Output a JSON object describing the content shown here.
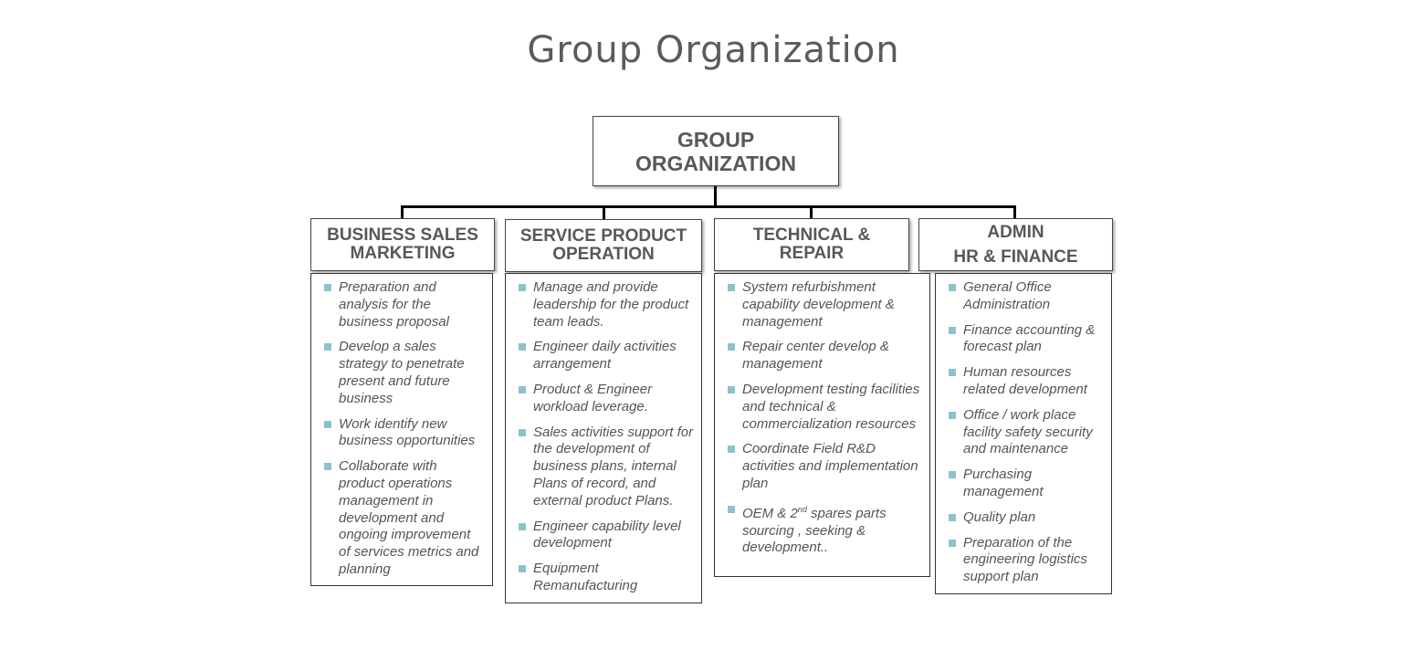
{
  "title": "Group Organization",
  "root": {
    "line1": "GROUP",
    "line2": "ORGANIZATION"
  },
  "departments": [
    {
      "head_line1": "BUSINESS SALES",
      "head_line2": "MARKETING",
      "items": [
        "Preparation and analysis for the business proposal",
        "Develop a sales strategy to penetrate present and future business",
        "Work identify new business opportunities",
        "Collaborate with product operations management in development and ongoing improvement of services metrics and planning"
      ]
    },
    {
      "head_line1": "SERVICE PRODUCT",
      "head_line2": "OPERATION",
      "items": [
        "Manage and provide leadership for the product team leads.",
        "Engineer daily activities arrangement",
        "Product & Engineer workload leverage.",
        "Sales activities support for the development of business plans, internal Plans of record, and external product Plans.",
        "Engineer capability level development",
        "Equipment Remanufacturing"
      ]
    },
    {
      "head_line1": "TECHNICAL &",
      "head_line2": "REPAIR",
      "items": [
        "System refurbishment capability development & management",
        "Repair center develop & management",
        "Development testing facilities and technical & commercialization resources",
        "Coordinate Field R&D activities and implementation plan"
      ],
      "last_item": {
        "pre": "OEM &  2",
        "sup": "nd",
        "post": " spares parts sourcing , seeking & development.."
      }
    },
    {
      "head_line1": "ADMIN",
      "head_line2": "HR & FINANCE",
      "items": [
        "General Office Administration",
        "Finance accounting & forecast plan",
        "Human resources related development",
        "Office / work place facility safety security and maintenance",
        "Purchasing management",
        "Quality plan",
        "Preparation of the engineering logistics support plan"
      ]
    }
  ]
}
